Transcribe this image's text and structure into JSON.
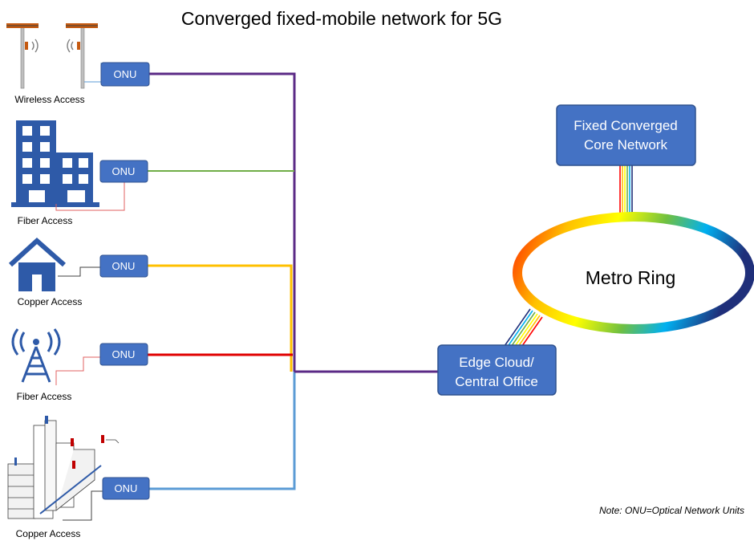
{
  "title": "Converged fixed-mobile network for 5G",
  "note": "Note: ONU=Optical Network Units",
  "access": [
    {
      "label": "Wireless Access",
      "onu": "ONU",
      "link_color": "#5b2a86",
      "icon": "wireless-pole-icon"
    },
    {
      "label": "Fiber Access",
      "onu": "ONU",
      "link_color": "#70ad47",
      "icon": "office-building-icon"
    },
    {
      "label": "Copper Access",
      "onu": "ONU",
      "link_color": "#ffc000",
      "icon": "house-icon"
    },
    {
      "label": "Fiber Access",
      "onu": "ONU",
      "link_color": "#e00000",
      "icon": "cell-tower-icon"
    },
    {
      "label": "Copper Access",
      "onu": "ONU",
      "link_color": "#5b9bd5",
      "icon": "city-buildings-icon"
    }
  ],
  "edge": {
    "line1": "Edge Cloud/",
    "line2": "Central Office"
  },
  "core": {
    "line1": "Fixed Converged",
    "line2": "Core Network"
  },
  "ring": {
    "label": "Metro Ring"
  },
  "colors": {
    "box": "#4472c4",
    "trunk": "#5b2a86"
  }
}
